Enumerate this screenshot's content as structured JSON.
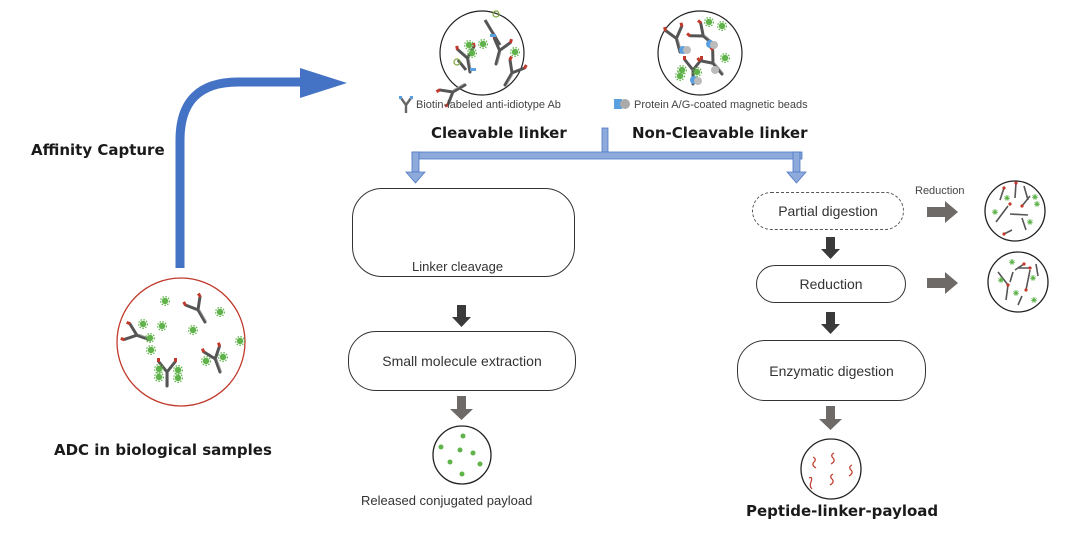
{
  "diagram": {
    "colors": {
      "capture_arrow": "#4472c4",
      "branch_arrow": "#8eaadb",
      "branch_arrow_border": "#4f78c8",
      "dark_arrow": "#3a3a3a",
      "gray_arrow": "#6e6a68",
      "payload_green": "#5fb34a",
      "sample_circle": "#c0392b",
      "linker_red": "#c0392b",
      "bead_blue": "#5aa0e0"
    },
    "left": {
      "capture_label": "Affinity Capture",
      "sample_label": "ADC in biological samples"
    },
    "top": {
      "legend_ab_label": "Biotin-labeled anti-idiotype Ab",
      "legend_bead_label": "Protein A/G-coated magnetic beads",
      "cleavable_label": "Cleavable linker",
      "noncleavable_label": "Non-Cleavable linker"
    },
    "cleavable_branch": {
      "step1_label": "Linker cleavage",
      "step2_label": "Small molecule extraction",
      "result_label": "Released conjugated payload"
    },
    "noncleavable_branch": {
      "step1_label": "Partial digestion",
      "side_arrow_label": "Reduction",
      "step2_label": "Reduction",
      "step3_label": "Enzymatic digestion",
      "result_label": "Peptide-linker-payload"
    }
  }
}
